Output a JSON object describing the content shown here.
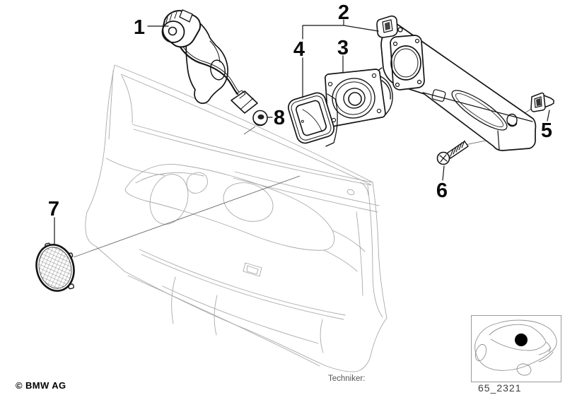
{
  "diagram": {
    "callouts": [
      "1",
      "2",
      "3",
      "4",
      "5",
      "6",
      "7",
      "8"
    ],
    "footer": {
      "copyright": "© BMW AG",
      "technician_label": "Techniker:"
    },
    "inset": {
      "code": "65_2321"
    },
    "colors": {
      "part_line": "#141414",
      "panel_line": "#a9a9a9",
      "background": "#ffffff",
      "location_dot": "#000000"
    }
  }
}
